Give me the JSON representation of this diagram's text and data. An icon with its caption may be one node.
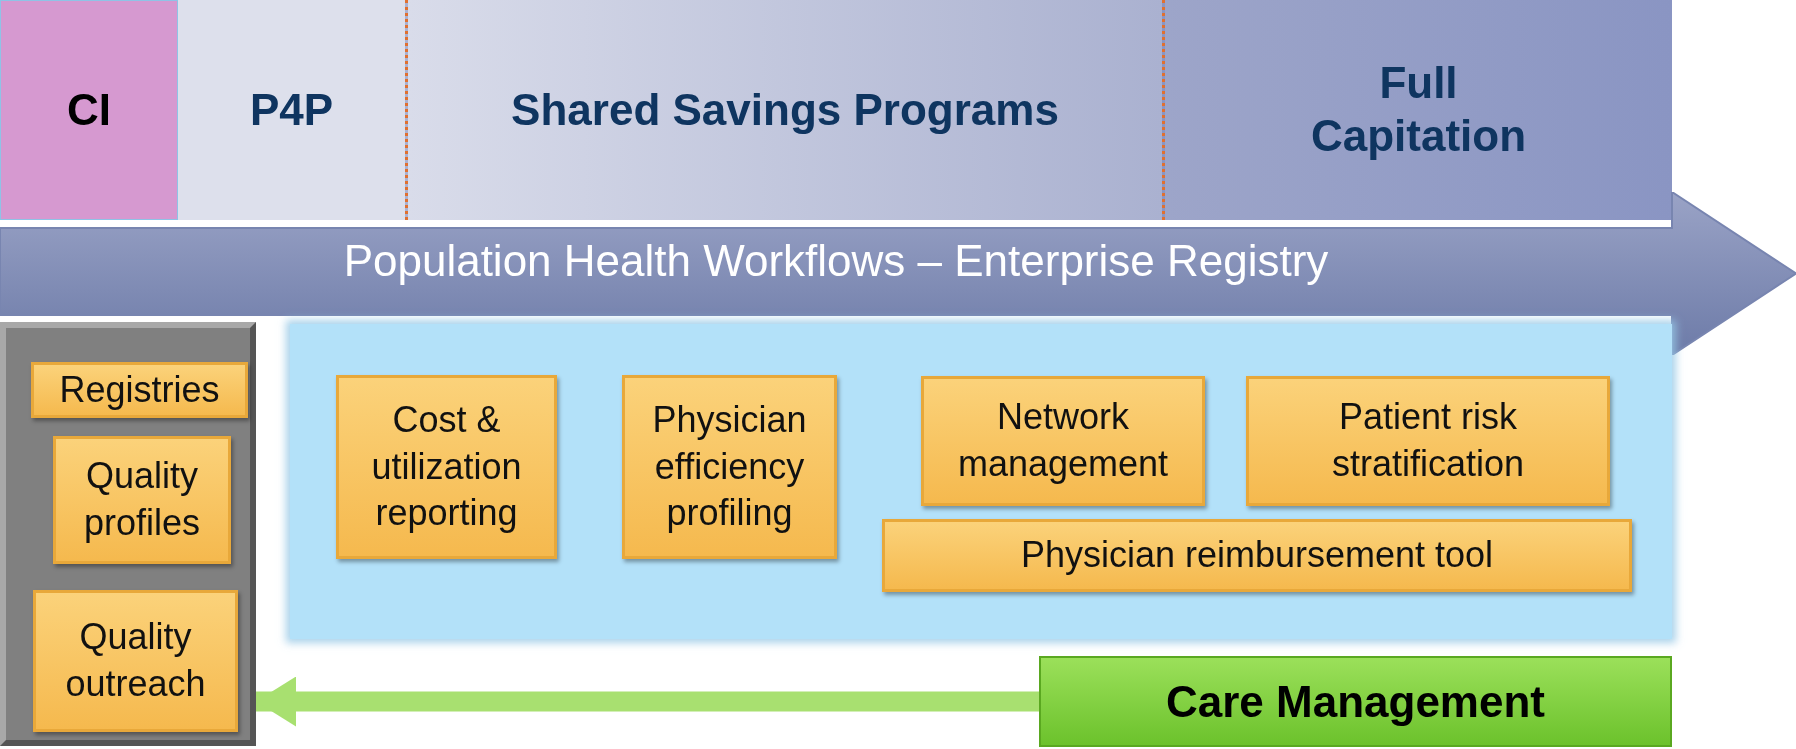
{
  "diagram": {
    "nodes": [
      {
        "text": [
          "CI"
        ]
      },
      {
        "text": [
          "P4P"
        ]
      },
      {
        "text": [
          "Shared Savings Programs"
        ]
      },
      {
        "text": [
          "Full Capitation"
        ]
      },
      {
        "text": [
          "Population Health Workflows – Enterprise Registry"
        ]
      },
      {
        "text": [],
        "shape": "box"
      },
      {
        "text": [
          "Registries"
        ],
        "in": 5
      },
      {
        "text": [
          "Quality profiles"
        ],
        "in": 5
      },
      {
        "text": [
          "Quality outreach"
        ],
        "in": 5
      },
      {
        "text": [],
        "shape": "box"
      },
      {
        "text": [
          "Cost & utilization reporting"
        ],
        "in": 9
      },
      {
        "text": [
          "Physician efficiency profiling"
        ],
        "in": 9
      },
      {
        "text": [
          "Network management"
        ],
        "in": 9
      },
      {
        "text": [
          "Patient risk stratification"
        ],
        "in": 9
      },
      {
        "text": [
          "Physician reimbursement tool"
        ],
        "in": 9
      },
      {
        "text": [
          "Care Management"
        ]
      }
    ],
    "edges": [
      {
        "from": 15,
        "to": 5,
        "arrow": "to",
        "color": "#a8e070"
      }
    ]
  }
}
